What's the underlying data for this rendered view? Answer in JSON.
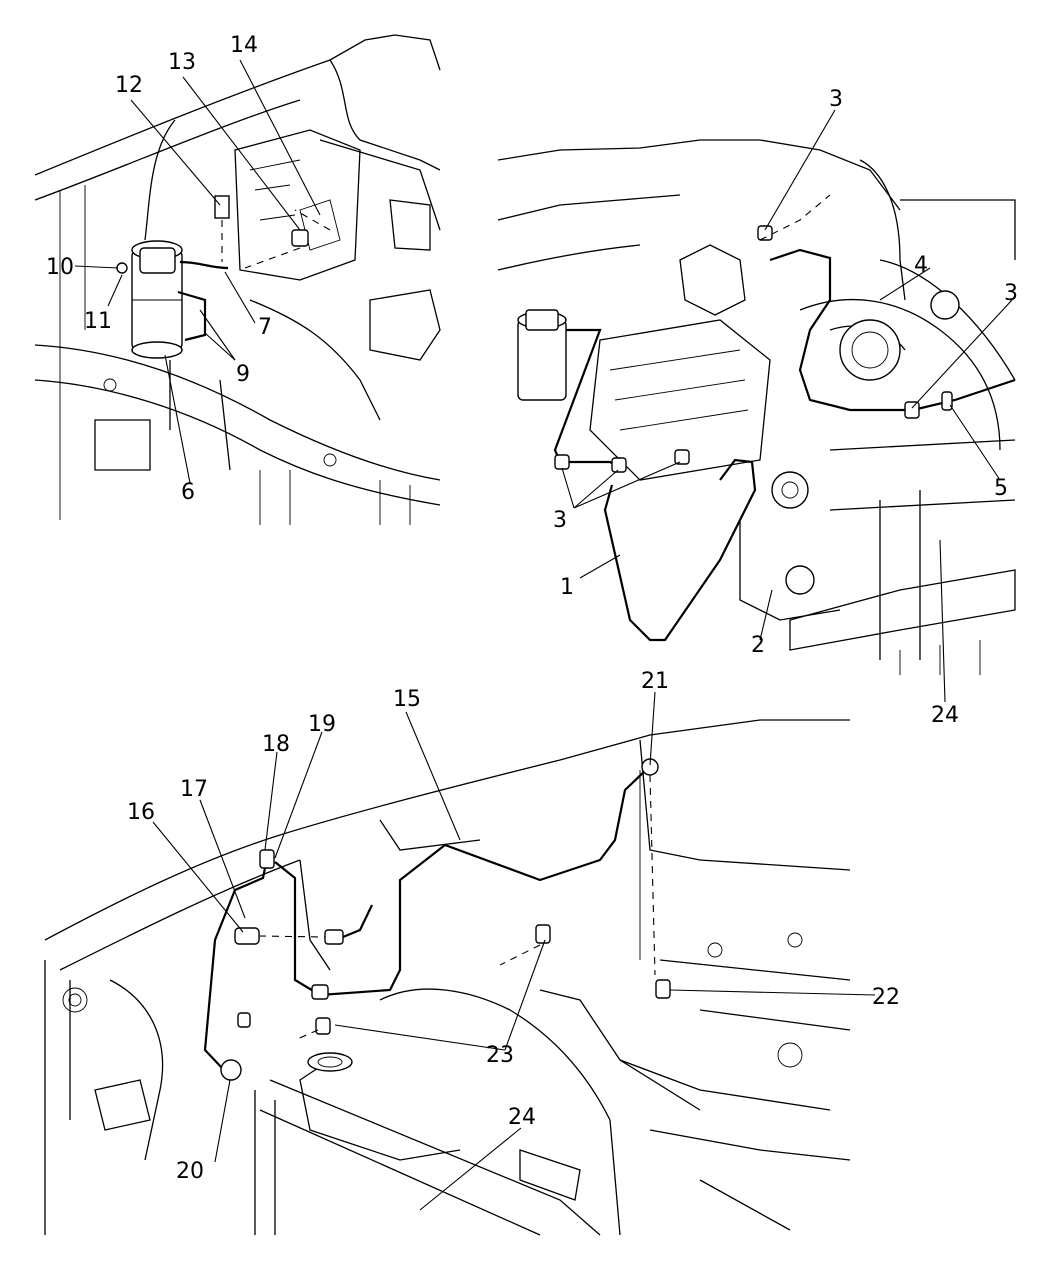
{
  "callouts": {
    "c1": "1",
    "c2": "2",
    "c3a": "3",
    "c3b": "3",
    "c3c": "3",
    "c4": "4",
    "c5": "5",
    "c6": "6",
    "c7": "7",
    "c9": "9",
    "c10": "10",
    "c11": "11",
    "c12": "12",
    "c13": "13",
    "c14": "14",
    "c15": "15",
    "c16": "16",
    "c17": "17",
    "c18": "18",
    "c19": "19",
    "c20": "20",
    "c21": "21",
    "c22": "22",
    "c23": "23",
    "c24a": "24",
    "c24b": "24"
  }
}
